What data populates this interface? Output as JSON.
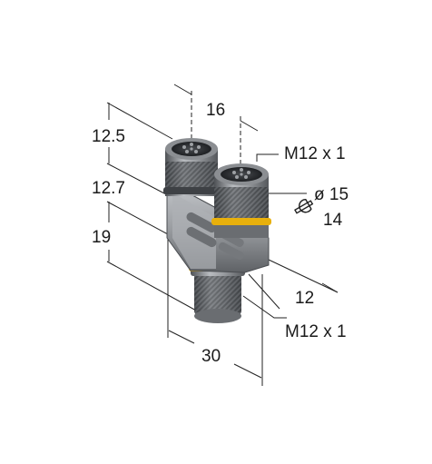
{
  "drawing": {
    "dimensions": {
      "d_16": "16",
      "d_m12_top": "M12 x 1",
      "d_125": "12.5",
      "d_127": "12.7",
      "d_19": "19",
      "d_o15": "ø 15",
      "d_14": "14",
      "d_12": "12",
      "d_m12_bottom": "M12 x 1",
      "d_30": "30"
    },
    "icons": {
      "wrench": "wrench-icon"
    },
    "colors": {
      "body": "#8e9196",
      "body_dark": "#55585c",
      "knurl": "#3c3f43",
      "ring_yellow": "#e8b00c",
      "line": "#222222"
    }
  }
}
